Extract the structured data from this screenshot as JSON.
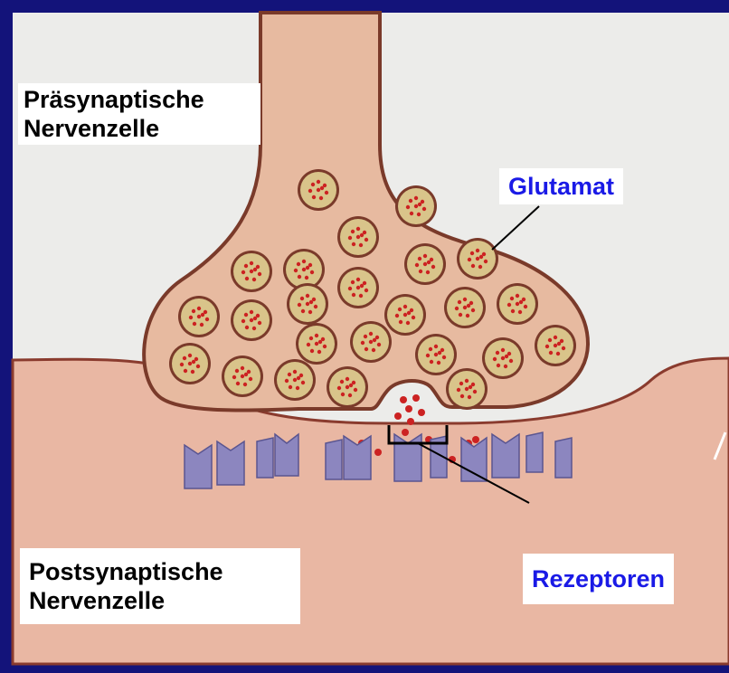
{
  "labels": {
    "presynaptic": [
      "Präsynaptische",
      "Nervenzelle"
    ],
    "postsynaptic": [
      "Postsynaptische",
      "Nervenzelle"
    ],
    "glutamate": "Glutamat",
    "receptors": "Rezeptoren"
  },
  "colors": {
    "frame": "#13137a",
    "background": "#ececea",
    "postsynaptic_cell": "#e9b7a3",
    "postsynaptic_outline": "#8a3b2e",
    "presynaptic_terminal": "#e7baa0",
    "terminal_outline": "#7a3a2a",
    "vesicle_fill": "#d9c48a",
    "neurotransmitter": "#cc2222",
    "receptor": "#8c86bf",
    "label_accent": "#1a1ae6"
  },
  "icons": [
    "vesicle",
    "receptor",
    "neurotransmitter-dot"
  ]
}
